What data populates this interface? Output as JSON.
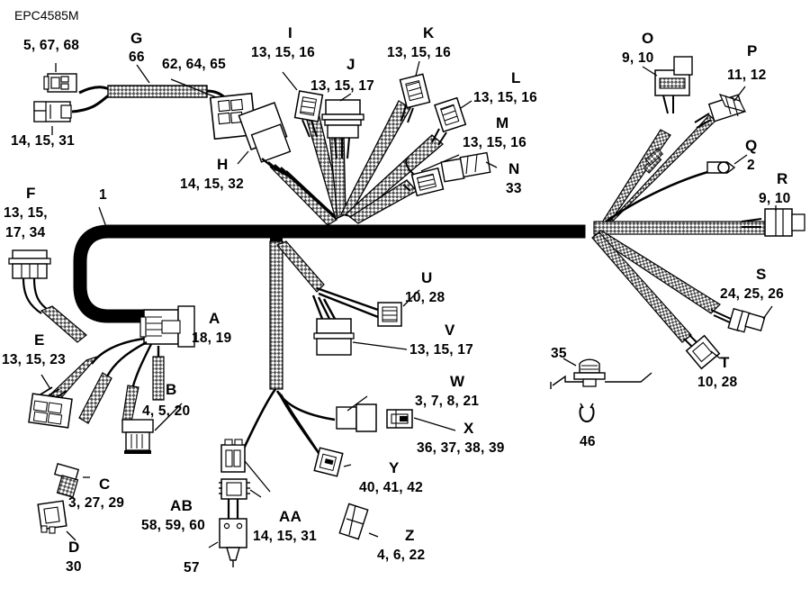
{
  "diagram": {
    "title": "EPC4585M",
    "kind": "wiring-harness-exploded-parts-diagram"
  },
  "callouts": [
    {
      "id": "title",
      "letter": "",
      "numbers": "EPC4585M"
    },
    {
      "id": "top-left-upper",
      "letter": "",
      "numbers": "5, 67, 68"
    },
    {
      "id": "G",
      "letter": "G",
      "numbers": "66"
    },
    {
      "id": "top-left-lower",
      "letter": "",
      "numbers": "14, 15, 31"
    },
    {
      "id": "mid-top-1",
      "letter": "",
      "numbers": "62, 64, 65"
    },
    {
      "id": "I",
      "letter": "I",
      "numbers": "13, 15, 16"
    },
    {
      "id": "J",
      "letter": "J",
      "numbers": "13, 15, 17"
    },
    {
      "id": "K",
      "letter": "K",
      "numbers": "13, 15, 16"
    },
    {
      "id": "L",
      "letter": "L",
      "numbers": "13, 15, 16"
    },
    {
      "id": "M",
      "letter": "M",
      "numbers": "13, 15, 16"
    },
    {
      "id": "N",
      "letter": "N",
      "numbers": "33"
    },
    {
      "id": "H",
      "letter": "H",
      "numbers": "14, 15, 32"
    },
    {
      "id": "O",
      "letter": "O",
      "numbers": "9, 10"
    },
    {
      "id": "P",
      "letter": "P",
      "numbers": "11, 12"
    },
    {
      "id": "Q",
      "letter": "Q",
      "numbers": "2"
    },
    {
      "id": "R",
      "letter": "R",
      "numbers": "9, 10"
    },
    {
      "id": "S",
      "letter": "S",
      "numbers": "24, 25, 26"
    },
    {
      "id": "T",
      "letter": "T",
      "numbers": "10, 28"
    },
    {
      "id": "F",
      "letter": "F",
      "numbers": "13, 15,"
    },
    {
      "id": "F2",
      "letter": "",
      "numbers": "17, 34"
    },
    {
      "id": "one",
      "letter": "",
      "numbers": "1"
    },
    {
      "id": "A",
      "letter": "A",
      "numbers": "18, 19"
    },
    {
      "id": "E",
      "letter": "E",
      "numbers": "13, 15, 23"
    },
    {
      "id": "B",
      "letter": "B",
      "numbers": "4, 5, 20"
    },
    {
      "id": "C",
      "letter": "C",
      "numbers": "3, 27, 29"
    },
    {
      "id": "D",
      "letter": "D",
      "numbers": "30"
    },
    {
      "id": "U",
      "letter": "U",
      "numbers": "10, 28"
    },
    {
      "id": "V",
      "letter": "V",
      "numbers": "13, 15, 17"
    },
    {
      "id": "W",
      "letter": "W",
      "numbers": "3, 7, 8, 21"
    },
    {
      "id": "X",
      "letter": "X",
      "numbers": "36, 37, 38, 39"
    },
    {
      "id": "Y",
      "letter": "Y",
      "numbers": "40, 41, 42"
    },
    {
      "id": "Z",
      "letter": "Z",
      "numbers": "4, 6, 22"
    },
    {
      "id": "AA",
      "letter": "AA",
      "numbers": "14, 15, 31"
    },
    {
      "id": "AB",
      "letter": "AB",
      "numbers": "58, 59, 60"
    },
    {
      "id": "fiftyseven",
      "letter": "",
      "numbers": "57"
    },
    {
      "id": "thirtyfive",
      "letter": "",
      "numbers": "35"
    },
    {
      "id": "fortysix",
      "letter": "",
      "numbers": "46"
    }
  ],
  "labels": {
    "title": "EPC4585M",
    "n_5_67_68": "5, 67, 68",
    "G": "G",
    "n_66": "66",
    "n_14_15_31_left": "14, 15, 31",
    "n_62_64_65": "62, 64, 65",
    "I": "I",
    "I_nums": "13, 15, 16",
    "J": "J",
    "J_nums": "13, 15, 17",
    "K": "K",
    "K_nums": "13, 15, 16",
    "L": "L",
    "L_nums": "13, 15, 16",
    "M": "M",
    "M_nums": "13, 15, 16",
    "N": "N",
    "N_nums": "33",
    "H": "H",
    "H_nums": "14, 15, 32",
    "O": "O",
    "O_nums": "9, 10",
    "P": "P",
    "P_nums": "11, 12",
    "Q": "Q",
    "Q_nums": "2",
    "R": "R",
    "R_nums": "9, 10",
    "S": "S",
    "S_nums": "24, 25, 26",
    "T": "T",
    "T_nums": "10, 28",
    "F": "F",
    "F_nums1": "13, 15,",
    "F_nums2": "17, 34",
    "n_1": "1",
    "A": "A",
    "A_nums": "18, 19",
    "E": "E",
    "E_nums": "13, 15, 23",
    "B": "B",
    "B_nums": "4, 5, 20",
    "C": "C",
    "C_nums": "3, 27, 29",
    "D": "D",
    "D_nums": "30",
    "U": "U",
    "U_nums": "10, 28",
    "V": "V",
    "V_nums": "13, 15, 17",
    "W": "W",
    "W_nums": "3, 7, 8, 21",
    "X": "X",
    "X_nums": "36, 37, 38, 39",
    "Y": "Y",
    "Y_nums": "40, 41, 42",
    "Z": "Z",
    "Z_nums": "4, 6, 22",
    "AA": "AA",
    "AA_nums": "14, 15, 31",
    "AB": "AB",
    "AB_nums": "58, 59, 60",
    "n_57": "57",
    "n_35": "35",
    "n_46": "46"
  },
  "colors": {
    "ink": "#000000",
    "background": "#ffffff",
    "braid_light": "#d8d8d8",
    "braid_dark": "#4a4a4a"
  }
}
